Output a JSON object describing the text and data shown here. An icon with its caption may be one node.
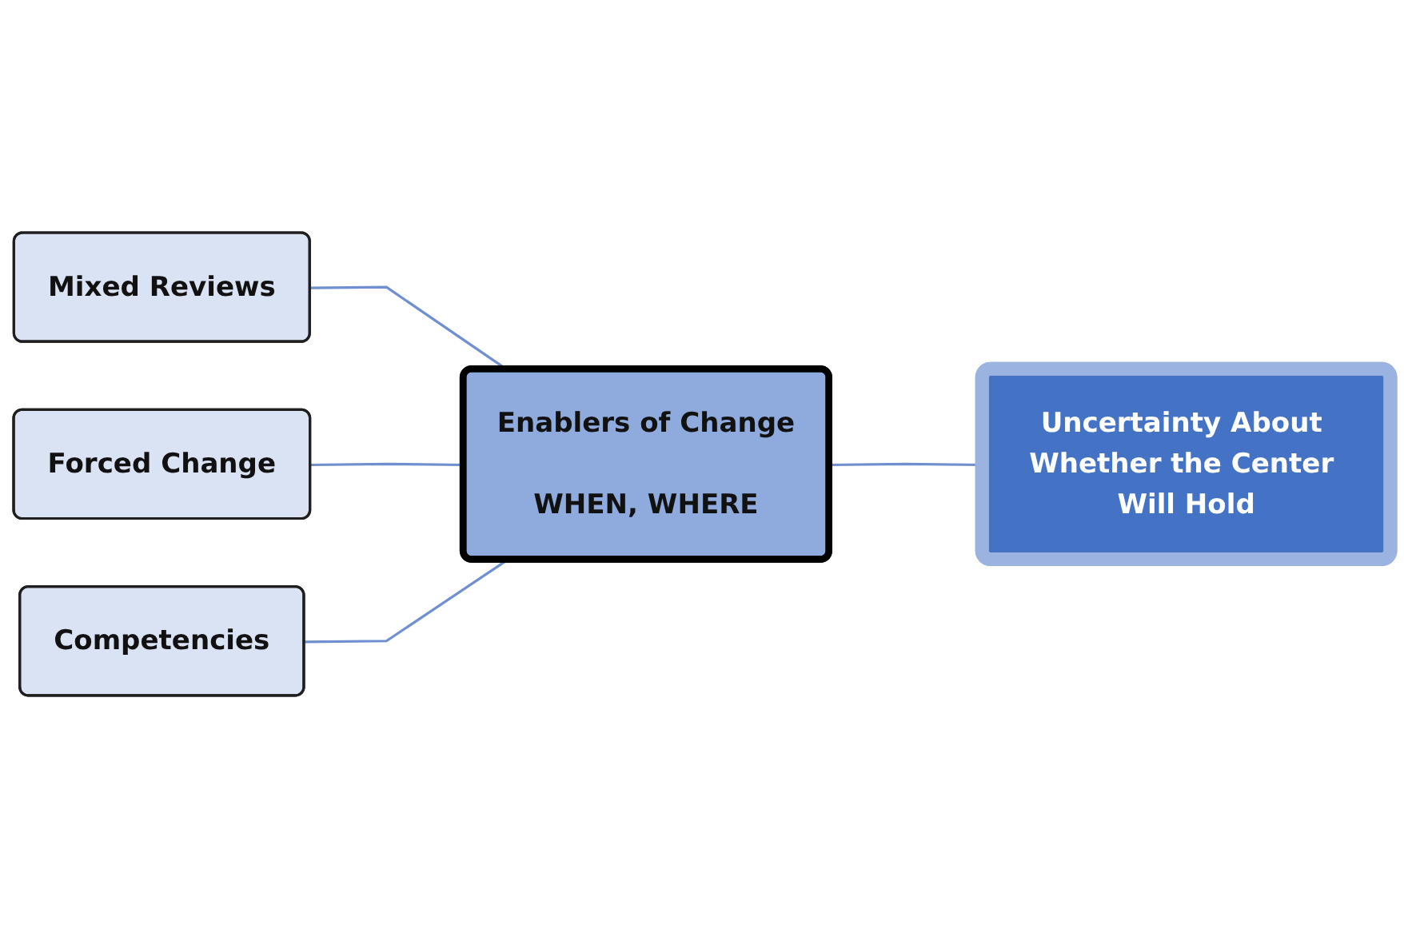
{
  "diagram": {
    "nodes": [
      {
        "text": [
          "Mixed Reviews"
        ]
      },
      {
        "text": [
          "Forced Change"
        ]
      },
      {
        "text": [
          "Competencies"
        ]
      },
      {
        "text": [
          "Enablers of Change",
          "WHEN, WHERE"
        ]
      },
      {
        "text": [
          "Uncertainty About Whether the Center Will Hold"
        ]
      }
    ],
    "edges": [
      {
        "from": 0,
        "to": 3,
        "arrow": "none"
      },
      {
        "from": 1,
        "to": 3,
        "arrow": "none"
      },
      {
        "from": 2,
        "to": 3,
        "arrow": "none"
      },
      {
        "from": 3,
        "to": 4,
        "arrow": "none"
      }
    ]
  }
}
